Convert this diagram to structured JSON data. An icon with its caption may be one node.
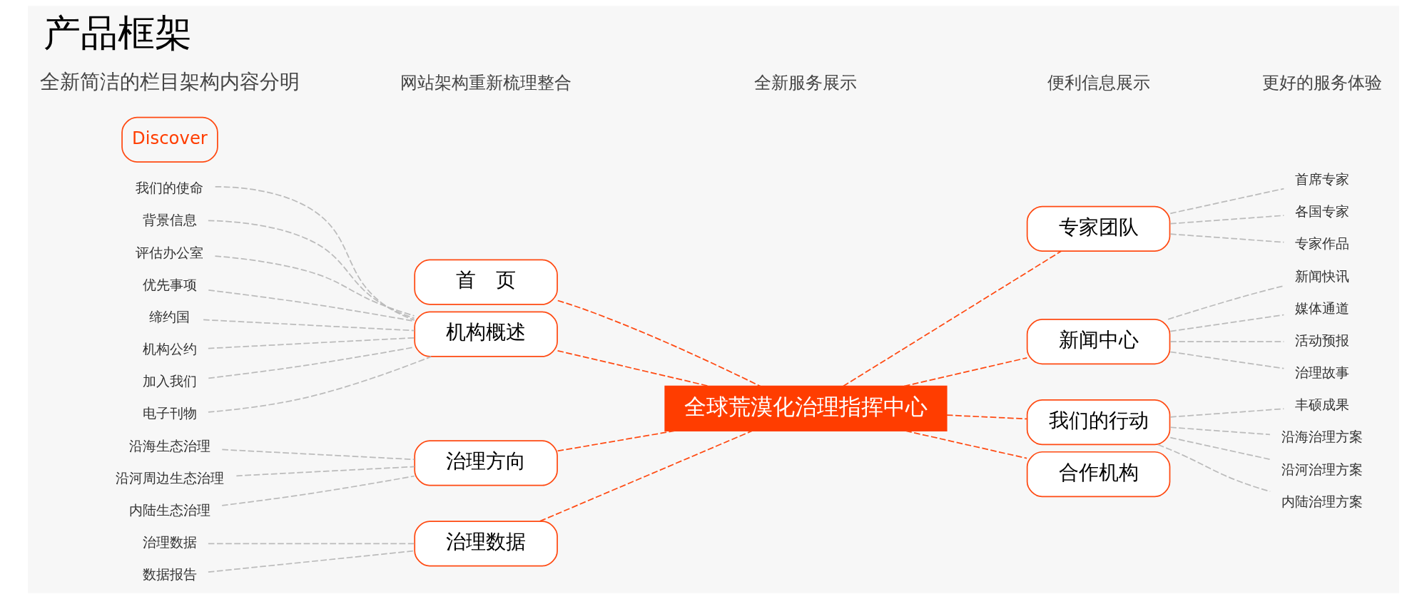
{
  "diagram": {
    "title": "产品框架",
    "nodes": [
      {
        "text": [
          "全球荒漠化治理指挥中心"
        ]
      },
      {
        "text": [
          "首　页"
        ]
      },
      {
        "text": [
          "专家团队"
        ]
      },
      {
        "text": [
          "机构概述"
        ]
      },
      {
        "text": [
          "新闻中心"
        ]
      },
      {
        "text": [
          "治理方向"
        ]
      },
      {
        "text": [
          "我们的行动"
        ]
      },
      {
        "text": [
          "治理数据"
        ]
      },
      {
        "text": [
          "合作机构"
        ]
      },
      {
        "text": [
          "我们的使命"
        ]
      },
      {
        "text": [
          "背景信息"
        ]
      },
      {
        "text": [
          "评估办公室"
        ]
      },
      {
        "text": [
          "优先事项"
        ]
      },
      {
        "text": [
          "缔约国"
        ]
      },
      {
        "text": [
          "机构公约"
        ]
      },
      {
        "text": [
          "加入我们"
        ]
      },
      {
        "text": [
          "电子刊物"
        ]
      },
      {
        "text": [
          "首席专家"
        ]
      },
      {
        "text": [
          "各国专家"
        ]
      },
      {
        "text": [
          "专家作品"
        ]
      },
      {
        "text": [
          "新闻快讯"
        ]
      },
      {
        "text": [
          "媒体通道"
        ]
      },
      {
        "text": [
          "活动预报"
        ]
      },
      {
        "text": [
          "治理故事"
        ]
      },
      {
        "text": [
          "沿海生态治理"
        ]
      },
      {
        "text": [
          "沿河周边生态治理"
        ]
      },
      {
        "text": [
          "内陆生态治理"
        ]
      },
      {
        "text": [
          "丰硕成果"
        ]
      },
      {
        "text": [
          "沿海治理方案"
        ]
      },
      {
        "text": [
          "沿河治理方案"
        ]
      },
      {
        "text": [
          "内陆治理方案"
        ]
      },
      {
        "text": [
          "治理数据"
        ]
      },
      {
        "text": [
          "数据报告"
        ]
      },
      {
        "text": [
          "Discover"
        ]
      }
    ],
    "edges": [
      {
        "from": 0,
        "to": 1,
        "arrow": "none",
        "style": "dashed",
        "color": "#ff4a12"
      },
      {
        "from": 0,
        "to": 2,
        "arrow": "none",
        "style": "dashed",
        "color": "#ff4a12"
      },
      {
        "from": 0,
        "to": 3,
        "arrow": "none",
        "style": "dashed",
        "color": "#ff4a12"
      },
      {
        "from": 0,
        "to": 4,
        "arrow": "none",
        "style": "dashed",
        "color": "#ff4a12"
      },
      {
        "from": 0,
        "to": 5,
        "arrow": "none",
        "style": "dashed",
        "color": "#ff4a12"
      },
      {
        "from": 0,
        "to": 6,
        "arrow": "none",
        "style": "dashed",
        "color": "#ff4a12"
      },
      {
        "from": 0,
        "to": 7,
        "arrow": "none",
        "style": "dashed",
        "color": "#ff4a12"
      },
      {
        "from": 0,
        "to": 8,
        "arrow": "none",
        "style": "dashed",
        "color": "#ff4a12"
      },
      {
        "from": 3,
        "to": 9,
        "arrow": "none",
        "style": "dashed"
      },
      {
        "from": 3,
        "to": 10,
        "arrow": "none",
        "style": "dashed"
      },
      {
        "from": 3,
        "to": 11,
        "arrow": "none",
        "style": "dashed"
      },
      {
        "from": 3,
        "to": 12,
        "arrow": "none",
        "style": "dashed"
      },
      {
        "from": 3,
        "to": 13,
        "arrow": "none",
        "style": "dashed"
      },
      {
        "from": 3,
        "to": 14,
        "arrow": "none",
        "style": "dashed"
      },
      {
        "from": 3,
        "to": 15,
        "arrow": "none",
        "style": "dashed"
      },
      {
        "from": 3,
        "to": 16,
        "arrow": "none",
        "style": "dashed"
      },
      {
        "from": 2,
        "to": 17,
        "arrow": "none",
        "style": "dashed"
      },
      {
        "from": 2,
        "to": 18,
        "arrow": "none",
        "style": "dashed"
      },
      {
        "from": 2,
        "to": 19,
        "arrow": "none",
        "style": "dashed"
      },
      {
        "from": 4,
        "to": 20,
        "arrow": "none",
        "style": "dashed"
      },
      {
        "from": 4,
        "to": 21,
        "arrow": "none",
        "style": "dashed"
      },
      {
        "from": 4,
        "to": 22,
        "arrow": "none",
        "style": "dashed"
      },
      {
        "from": 4,
        "to": 23,
        "arrow": "none",
        "style": "dashed"
      },
      {
        "from": 5,
        "to": 24,
        "arrow": "none",
        "style": "dashed"
      },
      {
        "from": 5,
        "to": 25,
        "arrow": "none",
        "style": "dashed"
      },
      {
        "from": 5,
        "to": 26,
        "arrow": "none",
        "style": "dashed"
      },
      {
        "from": 6,
        "to": 27,
        "arrow": "none",
        "style": "dashed"
      },
      {
        "from": 6,
        "to": 28,
        "arrow": "none",
        "style": "dashed"
      },
      {
        "from": 6,
        "to": 29,
        "arrow": "none",
        "style": "dashed"
      },
      {
        "from": 6,
        "to": 30,
        "arrow": "none",
        "style": "dashed"
      },
      {
        "from": 7,
        "to": 31,
        "arrow": "none",
        "style": "dashed"
      },
      {
        "from": 7,
        "to": 32,
        "arrow": "none",
        "style": "dashed"
      }
    ],
    "labels": [
      "全新简洁的栏目架构内容分明",
      "网站架构重新梳理整合",
      "全新服务展示",
      "便利信息展示",
      "更好的服务体验"
    ]
  }
}
